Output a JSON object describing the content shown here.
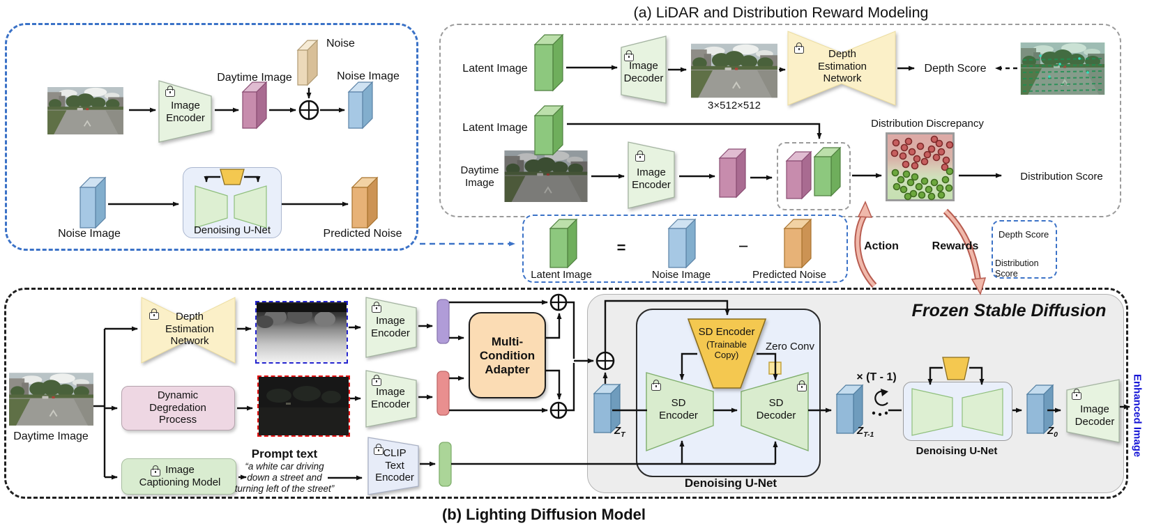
{
  "pretrain_box": {
    "daytime_image": "Daytime Image",
    "noise": "Noise",
    "noise_image": "Noise Image",
    "image_encoder": "Image\nEncoder",
    "noise_image_2": "Noise Image",
    "denoising_unet": "Denoising U-Net",
    "predicted_noise": "Predicted Noise"
  },
  "section_a": {
    "title": "(a) LiDAR and Distribution Reward Modeling",
    "latent_image_1": "Latent Image",
    "image_decoder": "Image\nDecoder",
    "decoded_size": "3×512×512",
    "depth_estimation_network": "Depth\nEstimation\nNetwork",
    "depth_score": "Depth Score",
    "latent_image_2": "Latent Image",
    "daytime_image": "Daytime\nImage",
    "image_encoder": "Image\nEncoder",
    "distribution_discrepancy": "Distribution Discrepancy",
    "distribution_score": "Distribution Score"
  },
  "equation": {
    "latent_image": "Latent Image",
    "equals": "=",
    "noise_image": "Noise Image",
    "minus": "−",
    "predicted_noise": "Predicted Noise"
  },
  "rl_cycle": {
    "action": "Action",
    "rewards": "Rewards",
    "depth_score": "Depth Score",
    "distribution_score": "Distribution Score"
  },
  "section_b": {
    "title": "(b) Lighting Diffusion Model",
    "daytime_image": "Daytime Image",
    "depth_estimation_network": "Depth\nEstimation\nNetwork",
    "dynamic_degradation_process": "Dynamic\nDegredation\nProcess",
    "image_captioning_model": "Image\nCaptioning Model",
    "prompt_title": "Prompt text",
    "prompt_body": "“a white car driving\ndown a street and\nturning left of the street”",
    "image_encoder_1": "Image\nEncoder",
    "image_encoder_2": "Image\nEncoder",
    "clip_text_encoder": "CLIP\nText\nEncoder",
    "multi_condition_adapter": "Multi-\nCondition\nAdapter",
    "frozen_stable_diffusion": "Frozen Stable Diffusion",
    "sd_encoder_trainable": "SD Encoder",
    "sd_encoder_trainable_sub": "(Trainable\nCopy)",
    "zero_conv": "Zero Conv",
    "sd_encoder": "SD\nEncoder",
    "sd_decoder": "SD\nDecoder",
    "denoising_unet_1": "Denoising U-Net",
    "iterations": "× (T - 1)",
    "denoising_unet_2": "Denoising U-Net",
    "z_t": {
      "base": "Z",
      "sub": "T"
    },
    "z_t_prev": {
      "base": "Z",
      "sub": "T-1"
    },
    "z_0": {
      "base": "Z",
      "sub": "0"
    },
    "image_decoder": "Image\nDecoder",
    "enhanced_image": "Enhanced Image"
  },
  "icons": {
    "lock": "lock-icon",
    "plus_circle": "plus-circle-icon",
    "loop": "loop-icon"
  },
  "colors": {
    "accent_blue_dash": "#3b72c7",
    "gray_dash": "#9b9b9b",
    "black_dash": "#1f1f1f",
    "frozen_bg": "#ededed",
    "unet_bg": "#e9effa",
    "adapter_fill": "#fbdcb4",
    "degradation_fill": "#eed7e3",
    "captioning_fill": "#d9ecd0",
    "encoder_fill": "#e7f3e0",
    "clip_fill": "#e7ecf8",
    "gold_trapezoid": "#f4c850",
    "pale_yellow_bowtie": "#fbf0c8",
    "slab_green": "#8dc87e",
    "slab_blue": "#a6c8e4",
    "slab_magenta": "#c78cad",
    "slab_orange": "#e7b277",
    "slab_beige": "#ecd9ba",
    "bar_purple": "#b09cd8",
    "bar_red": "#e98f8f",
    "bar_green": "#abd598",
    "dot_red": "#c65f5f",
    "dot_green": "#6da83e",
    "cycle_arrow": "#b85c50",
    "enhanced_text": "#1414d6",
    "depth_border_dash": "#2525cf",
    "dark_border_dash": "#e21212"
  }
}
